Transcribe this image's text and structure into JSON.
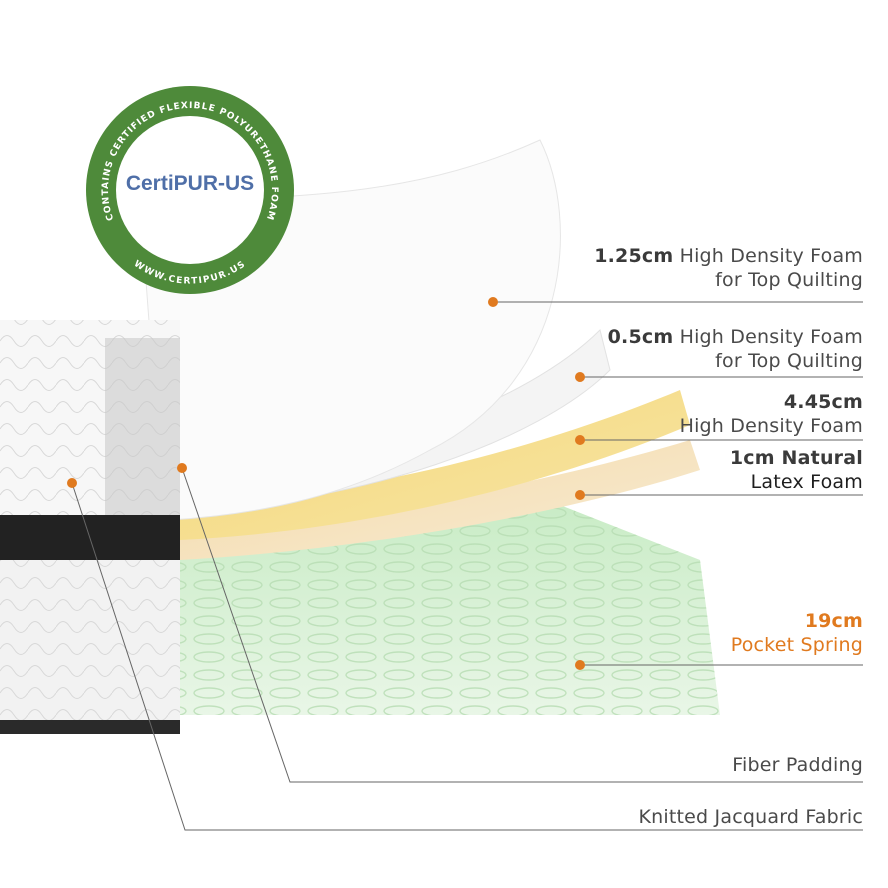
{
  "logo": {
    "brand": "CertiPUR-US",
    "ring_text_top": "CONTAINS CERTIFIED FLEXIBLE POLYURETHANE FOAM",
    "ring_text_bottom": "WWW.CERTIPUR.US",
    "colors": {
      "ring": "#4e8a3a",
      "brand_text": "#4f6fa8",
      "swoosh": "#2b4d96"
    }
  },
  "layers": [
    {
      "bold": "1.25cm",
      "text": " High Density Foam",
      "line2": "for Top Quilting"
    },
    {
      "bold": "0.5cm",
      "text": " High Density Foam",
      "line2": "for Top Quilting"
    },
    {
      "bold": "4.45cm",
      "text": "",
      "line2": "High Density Foam"
    },
    {
      "bold": "1cm Natural",
      "text": "",
      "line2": "Latex Foam"
    },
    {
      "bold": "19cm",
      "text": "",
      "line2": "Pocket Spring"
    },
    {
      "bold": "",
      "text": "Fiber Padding",
      "line2": ""
    },
    {
      "bold": "",
      "text": "Knitted Jacquard Fabric",
      "line2": ""
    }
  ],
  "colors": {
    "accent": "#e07a1f",
    "leader_line": "#666666"
  }
}
